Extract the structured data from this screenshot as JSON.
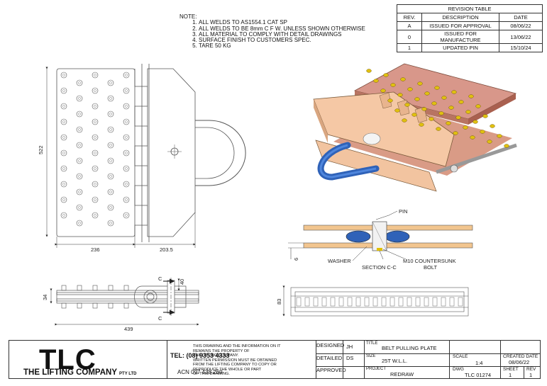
{
  "notes": {
    "title": "NOTE:",
    "items": [
      "ALL WELDS TO AS1554.1 CAT SP",
      "ALL WELDS TO BE 8mm C F W. UNLESS SHOWN OTHERWISE",
      "ALL MATERIAL TO COMPLY WITH DETAIL DRAWINGS",
      "SURFACE FINISH TO CUSTOMERS SPEC.",
      "TARE 50 KG"
    ]
  },
  "revision_table": {
    "title": "REVISION TABLE",
    "headers": [
      "REV.",
      "DESCRIPTION",
      "DATE"
    ],
    "rows": [
      [
        "A",
        "ISSUED FOR APPROVAL",
        "08/06/22"
      ],
      [
        "0",
        "ISSUED FOR MANUFACTURE",
        "13/06/22"
      ],
      [
        "1",
        "UPDATED PIN",
        "15/10/24"
      ]
    ]
  },
  "dimensions": {
    "height": "522",
    "left_width": "236",
    "right_width": "203.5",
    "side_40": "40",
    "side_34": "34",
    "side_length": "439",
    "end_83": "83",
    "section_6": "6",
    "section_mark": "C"
  },
  "section_labels": {
    "pin": "PIN",
    "washer": "WASHER",
    "section": "SECTION C-C",
    "bolt_line1": "M10 COUNTERSUNK",
    "bolt_line2": "BOLT"
  },
  "title_block": {
    "logo": "TLC",
    "company": "THE LIFTING COMPANY",
    "company_suffix": "PTY LTD",
    "disclaimer": [
      "THIS DRAWING AND THE INFORMATION ON IT",
      "REMAINS THE PROPERTY OF",
      "THE LIFTING COMPANY.",
      "WRITTEN PERMISSION MUST BE OBTAINED",
      "FROM THE LIFTING COMPANY TO COPY OR",
      "REPRODUCE THE WHOLE OR PART",
      "OF THIS DRAWING."
    ],
    "tel": "TEL: (08) 9353 4333",
    "acn": "ACN 097 438 269",
    "designed_label": "DESIGNED",
    "designed_value": "JH",
    "detailed_label": "DETAILED",
    "detailed_value": "DS",
    "approved_label": "APPROVED",
    "title_label": "TITLE",
    "title_value": "BELT PULLING PLATE",
    "size_label": "SIZE",
    "size_value": "25T W.L.L.",
    "project_label": "PROJECT",
    "project_value": "REDRAW",
    "scale_label": "SCALE",
    "scale_value": "1:4",
    "dwg_label": "DWG",
    "dwg_value": "TLC 01274",
    "created_label": "CREATED DATE",
    "created_value": "08/06/22",
    "sheet_label": "SHEET",
    "sheet_value": "1",
    "rev_label": "REV",
    "rev_value": "1"
  }
}
